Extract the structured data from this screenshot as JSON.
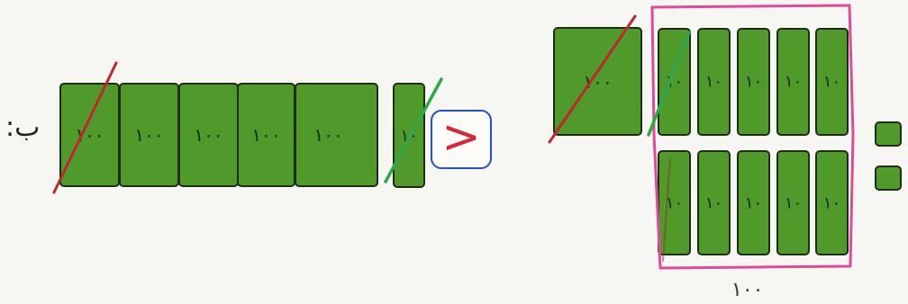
{
  "left_group": {
    "label": ":ب",
    "hundreds": [
      "١٠٠",
      "١٠٠",
      "١٠٠",
      "١٠٠",
      "١٠٠"
    ],
    "ten": "١٠"
  },
  "comparison_symbol": ">",
  "right_group": {
    "hundred": "١٠٠",
    "tens_top": [
      "١٠",
      "١٠",
      "١٠",
      "١٠",
      "١٠"
    ],
    "tens_bottom": [
      "١٠",
      "١٠",
      "١٠",
      "١٠",
      "١٠"
    ],
    "group_total": "١٠٠"
  },
  "colors": {
    "block_fill": "#4f9a2a",
    "strike_red": "#c0262f",
    "strike_green": "#2fa84a",
    "compare_box": "#2a4fbf",
    "compare_symbol": "#d8263a",
    "group_outline": "#e04a9c"
  }
}
